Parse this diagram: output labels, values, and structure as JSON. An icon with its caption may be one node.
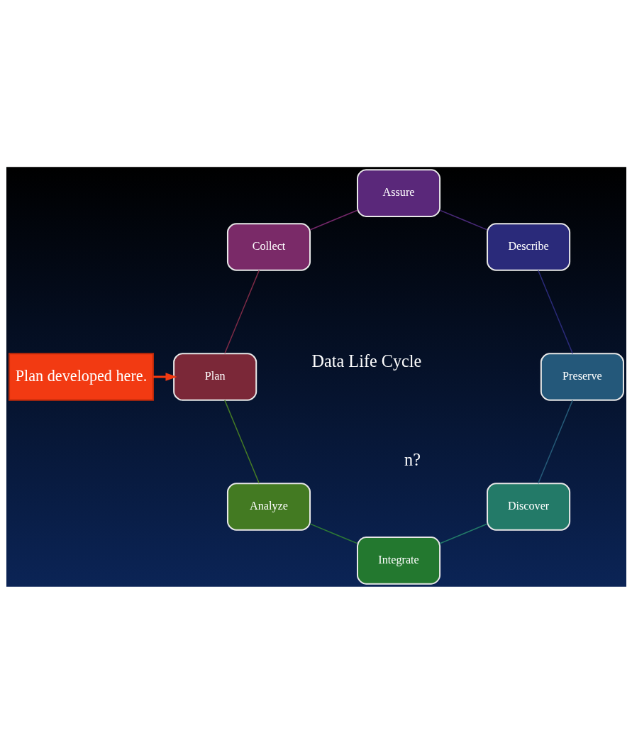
{
  "diagram": {
    "nodes": [
      {
        "text": [
          "Plan developed here."
        ]
      },
      {
        "text": [
          "Plan"
        ]
      },
      {
        "text": [
          "Collect"
        ]
      },
      {
        "text": [
          "Assure"
        ]
      },
      {
        "text": [
          "Describe"
        ]
      },
      {
        "text": [
          "Preserve"
        ]
      },
      {
        "text": [
          "Discover"
        ]
      },
      {
        "text": [
          "Integrate"
        ]
      },
      {
        "text": [
          "Analyze"
        ]
      }
    ],
    "edges": [
      {
        "from": 0,
        "to": 1,
        "arrow": "to"
      },
      {
        "from": 1,
        "to": 2,
        "arrow": "none",
        "color": "#7a2a45"
      },
      {
        "from": 2,
        "to": 3,
        "arrow": "none",
        "color": "#74286a"
      },
      {
        "from": 3,
        "to": 4,
        "arrow": "none",
        "color": "#4a2a7a"
      },
      {
        "from": 4,
        "to": 5,
        "arrow": "none",
        "color": "#2a2a78"
      },
      {
        "from": 5,
        "to": 6,
        "arrow": "none",
        "color": "#255a78"
      },
      {
        "from": 6,
        "to": 7,
        "arrow": "none",
        "color": "#237a68"
      },
      {
        "from": 7,
        "to": 8,
        "arrow": "none",
        "color": "#2e7a35"
      },
      {
        "from": 8,
        "to": 1,
        "arrow": "none",
        "color": "#447a25"
      }
    ],
    "labels": [
      "n?",
      "Data Life Cycle"
    ]
  }
}
